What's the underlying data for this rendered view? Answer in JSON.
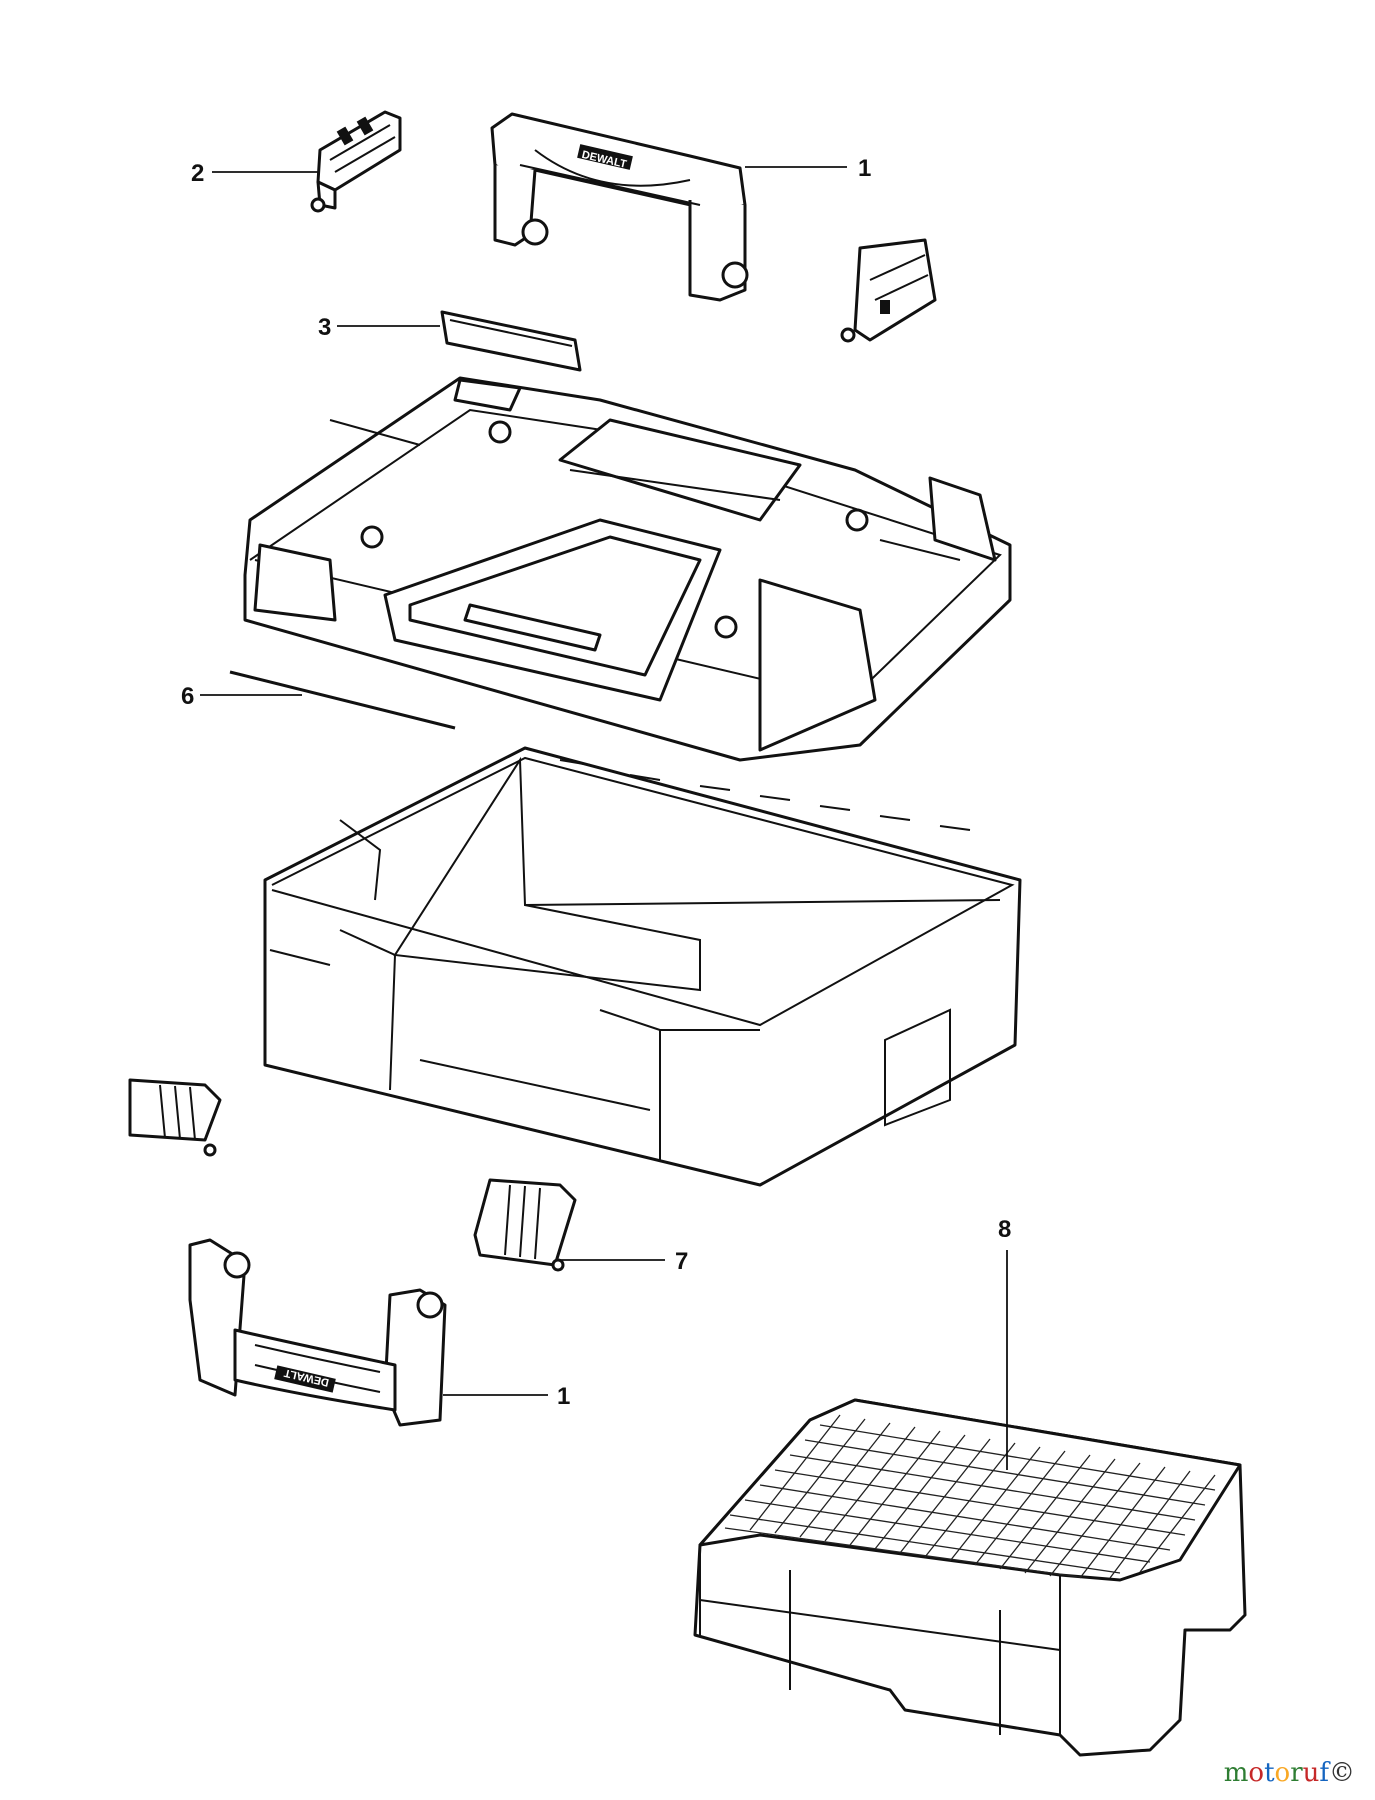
{
  "callouts": {
    "c1_top": "1",
    "c2": "2",
    "c3": "3",
    "c6": "6",
    "c7": "7",
    "c8": "8",
    "c1_bottom": "1"
  },
  "handle_brand": "DEWALT",
  "watermark": {
    "letters": [
      "m",
      "o",
      "t",
      "o",
      "r",
      "u",
      "f",
      "©"
    ],
    "colors": [
      "#2e7d32",
      "#c62828",
      "#1565c0",
      "#f9a825",
      "#2e7d32",
      "#c62828",
      "#1565c0",
      "#333333"
    ]
  },
  "colors": {
    "line": "#111111",
    "background": "#ffffff"
  }
}
